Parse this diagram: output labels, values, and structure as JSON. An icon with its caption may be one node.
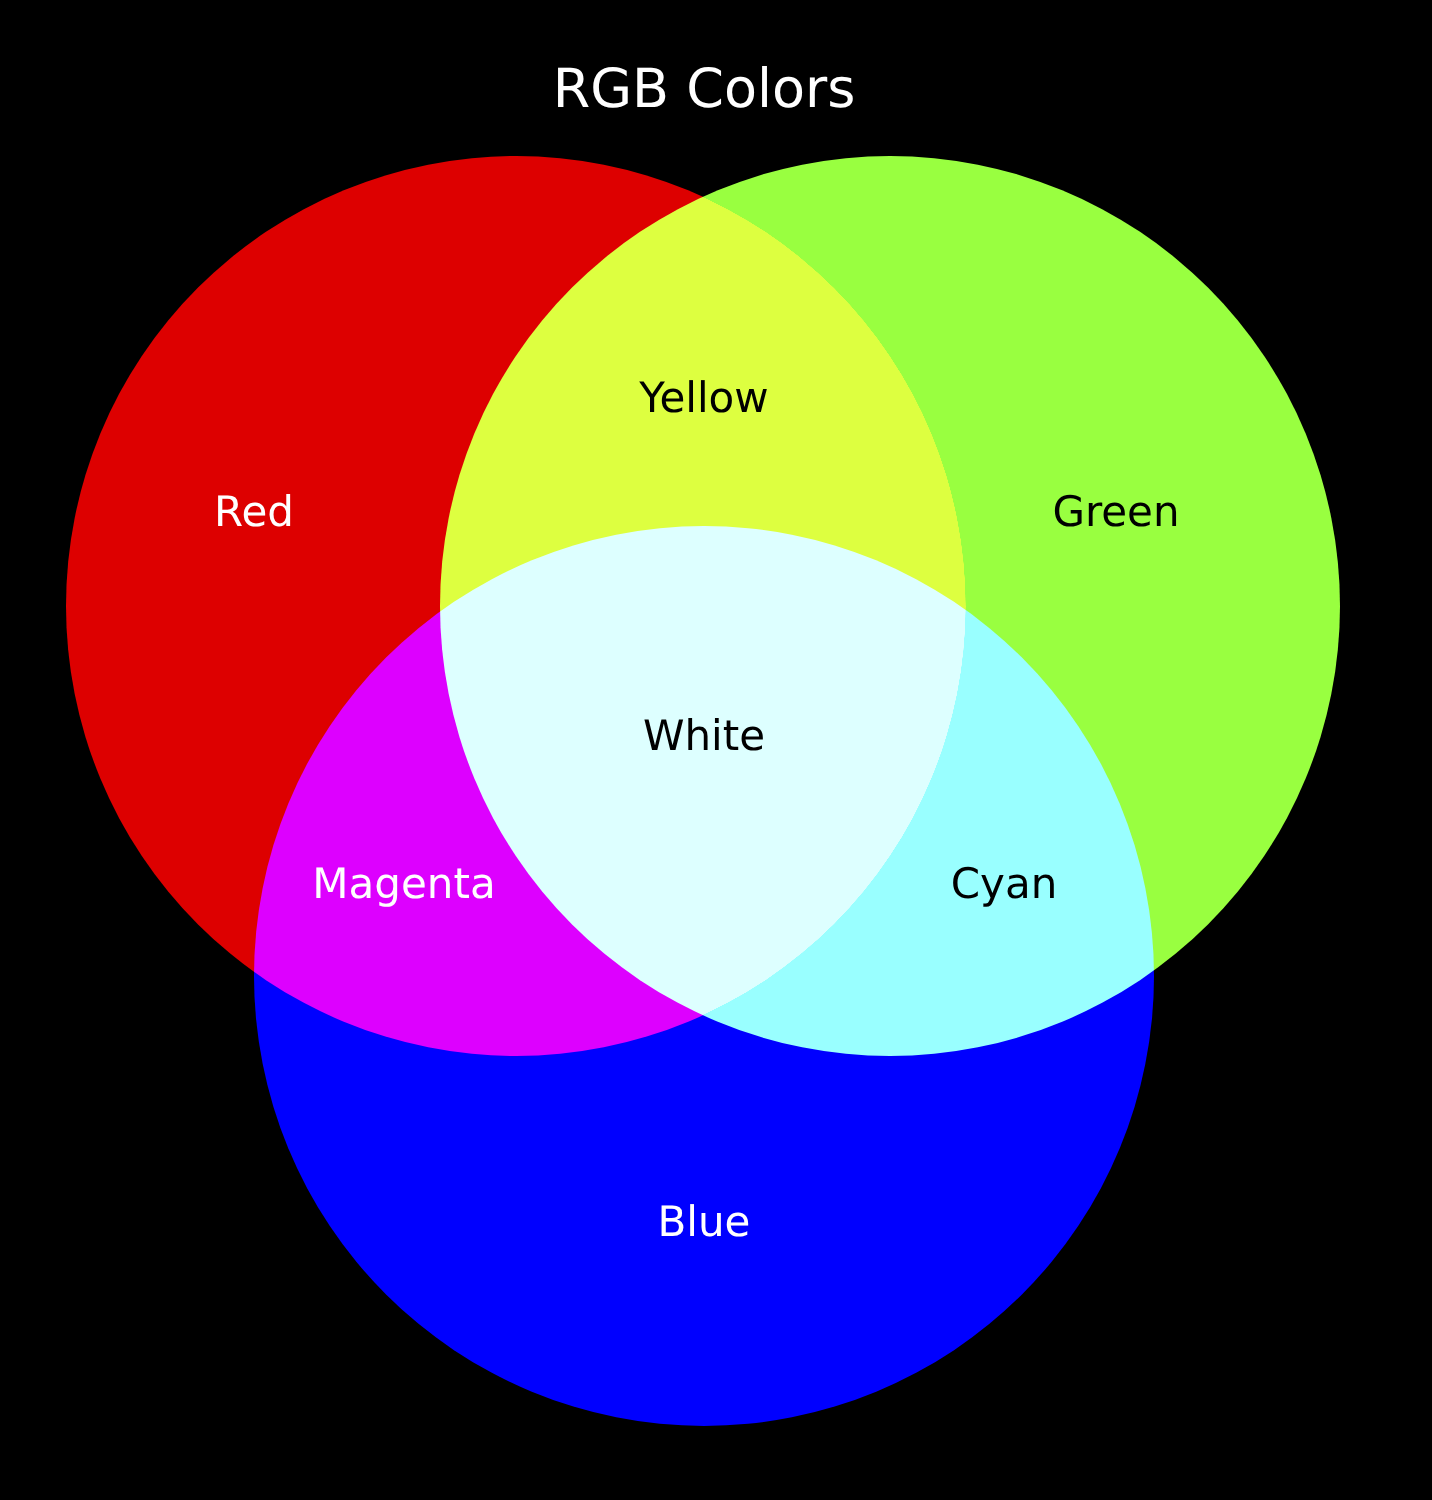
{
  "diagram": {
    "title": "RGB Colors",
    "nodes": [
      {
        "text": [
          "Red"
        ]
      },
      {
        "text": [
          "Green"
        ]
      },
      {
        "text": [
          "Blue"
        ]
      }
    ],
    "edges": [],
    "labels": [
      "Yellow",
      "White",
      "Magenta",
      "Cyan"
    ]
  }
}
